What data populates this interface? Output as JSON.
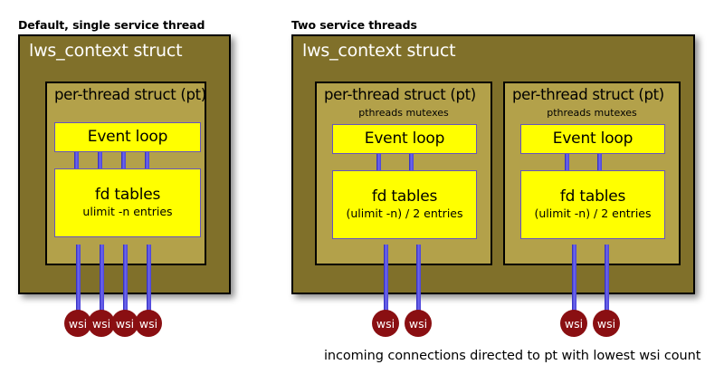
{
  "figure": {
    "background": "#ffffff",
    "colors": {
      "context_fill": "#80702a",
      "pt_fill": "#b3a14a",
      "box_fill": "#ffff00",
      "box_stroke": "#6655bb",
      "connector": "#3a35cc",
      "wsi_fill": "#8a0f12",
      "text_dark": "#000000",
      "text_light": "#ffffff"
    }
  },
  "panels": [
    {
      "id": "single-thread",
      "caption": "Default, single service thread",
      "context_title": "lws_context struct",
      "threads": [
        {
          "title": "per-thread struct (pt)",
          "subtitle": "",
          "event_loop": "Event loop",
          "fd_tables_title": "fd tables",
          "fd_tables_sub": "ulimit -n entries",
          "wsi_count": 4,
          "wsi_label": "wsi"
        }
      ]
    },
    {
      "id": "two-threads",
      "caption": "Two service threads",
      "context_title": "lws_context struct",
      "threads": [
        {
          "title": "per-thread struct (pt)",
          "subtitle": "pthreads mutexes",
          "event_loop": "Event loop",
          "fd_tables_title": "fd tables",
          "fd_tables_sub": "(ulimit -n) / 2 entries",
          "wsi_count": 2,
          "wsi_label": "wsi"
        },
        {
          "title": "per-thread struct (pt)",
          "subtitle": "pthreads mutexes",
          "event_loop": "Event loop",
          "fd_tables_title": "fd tables",
          "fd_tables_sub": "(ulimit -n) / 2 entries",
          "wsi_count": 2,
          "wsi_label": "wsi"
        }
      ],
      "note": "incoming connections directed to pt with lowest wsi count"
    }
  ]
}
